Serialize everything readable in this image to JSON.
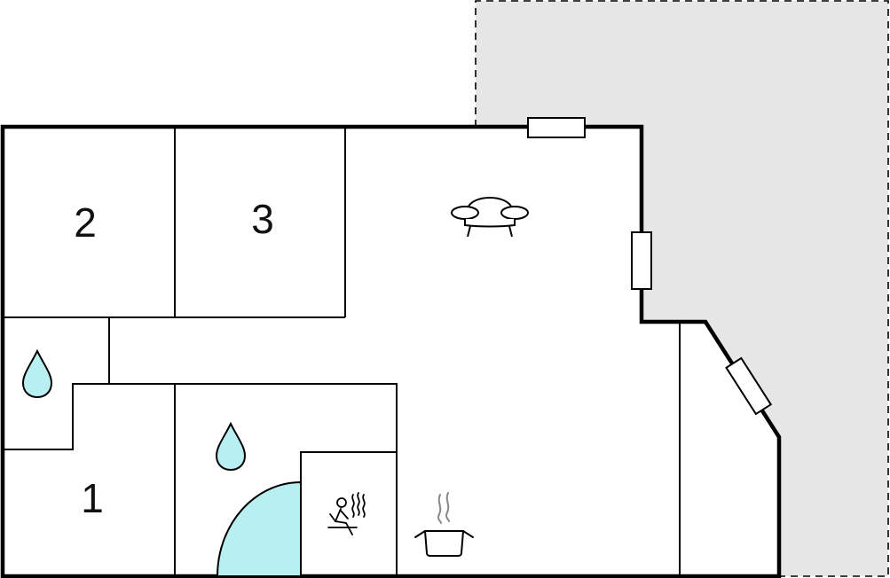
{
  "rooms": [
    {
      "id": "bedroom-2",
      "label": "2"
    },
    {
      "id": "bedroom-3",
      "label": "3"
    },
    {
      "id": "bedroom-1",
      "label": "1"
    }
  ],
  "icons": {
    "living": "sofa-icon",
    "bathroom": "water-drop-icon",
    "sauna": "sauna-icon",
    "kitchen": "cooking-pot-icon",
    "shower": "shower-area"
  },
  "colors": {
    "terrace": "#e6e6e6",
    "water": "#b8f0f2",
    "wall": "#000000",
    "floor": "#ffffff"
  }
}
